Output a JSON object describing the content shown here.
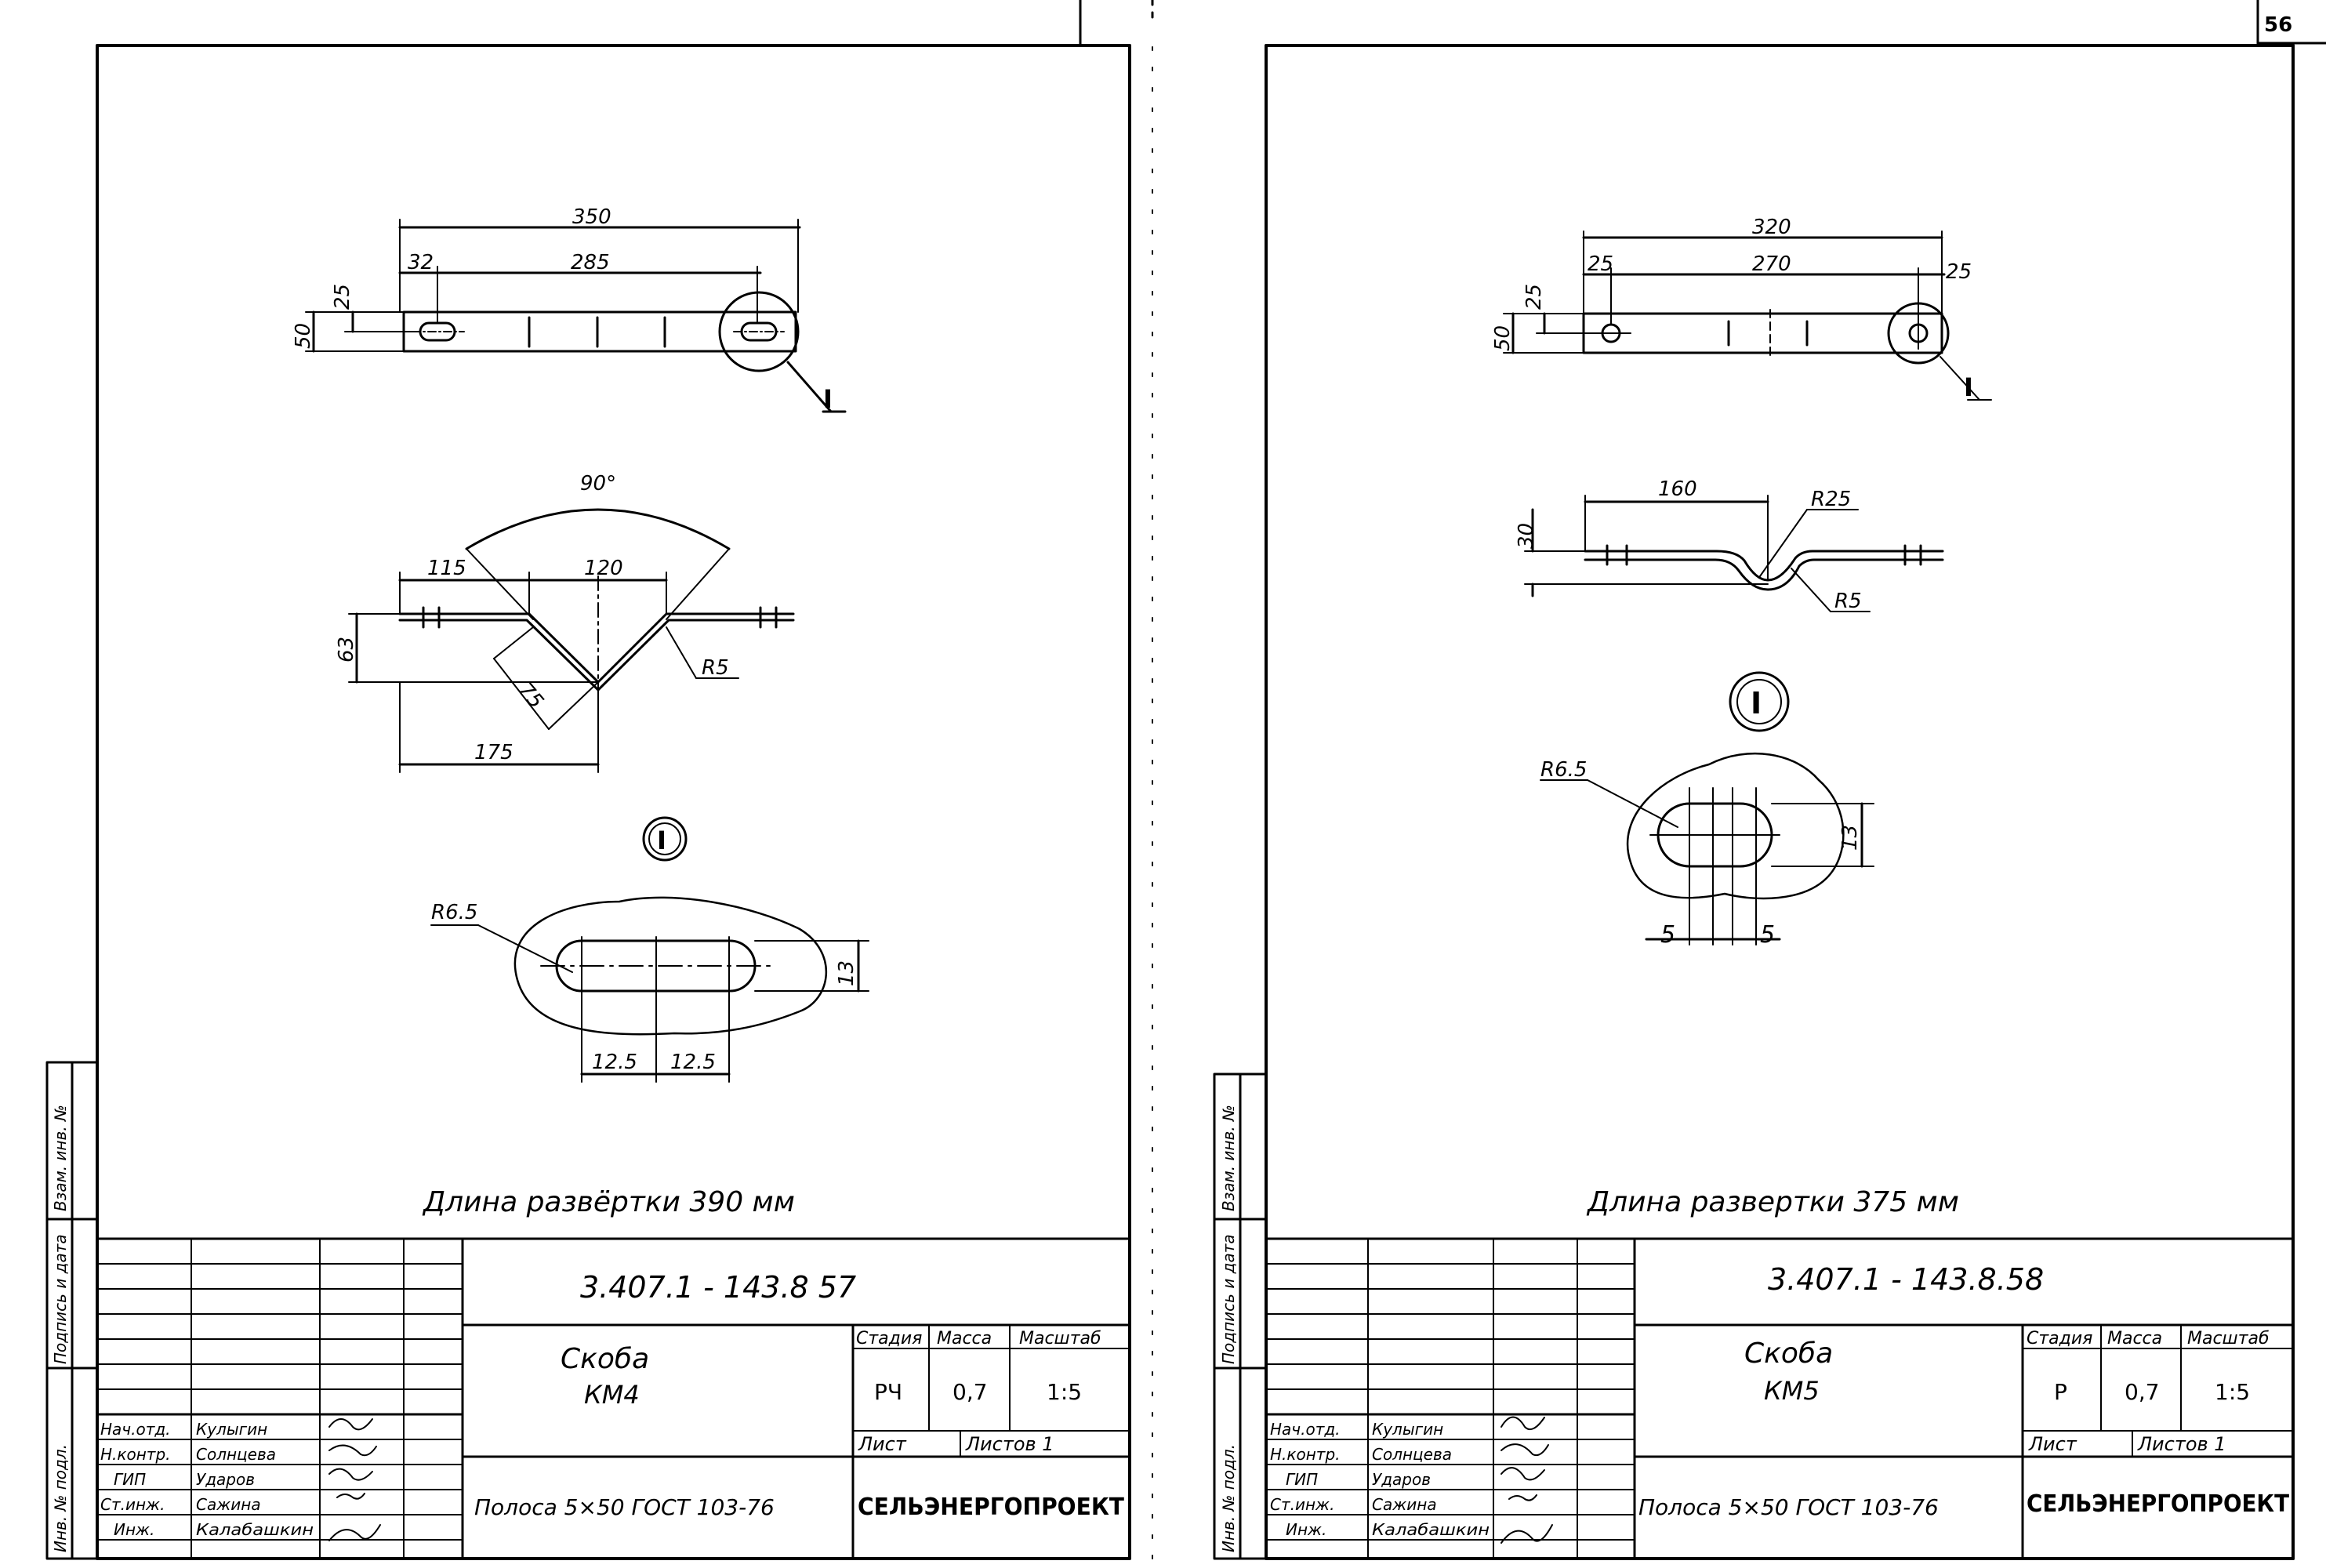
{
  "page_number": "56",
  "side_stamp_labels": [
    "Инв. № подл.",
    "Подпись и дата",
    "Взам. инв. №"
  ],
  "sheets": [
    {
      "id": "km4",
      "drawing": {
        "dim_overall": "350",
        "dim_left_offset": "32",
        "dim_hole_span": "285",
        "dim_width": "50",
        "dim_hole_offset": "25",
        "detail_ref": "I",
        "angle": "90°",
        "dim_leg_a": "115",
        "dim_leg_b": "120",
        "dim_height": "63",
        "dim_diag": "75",
        "dim_base": "175",
        "radius_bend": "R5",
        "detail_title": "I",
        "slot_radius": "R6.5",
        "slot_height": "13",
        "slot_half_left": "12.5",
        "slot_half_right": "12.5"
      },
      "development_length": "Длина развёртки 390 мм",
      "title_block": {
        "doc_number": "3.407.1 - 143.8 57",
        "item_name_line1": "Скоба",
        "item_name_line2": "КМ4",
        "headers": [
          "Стадия",
          "Масса",
          "Масштаб"
        ],
        "values": [
          "РЧ",
          "0,7",
          "1:5"
        ],
        "sheet_label": "Лист",
        "sheets_label": "Листов 1",
        "material": "Полоса 5×50 ГОСТ 103-76",
        "organization": "СЕЛЬЭНЕРГОПРОЕКТ",
        "signatures": [
          {
            "role": "Нач.отд.",
            "name": "Кулыгин"
          },
          {
            "role": "Н.контр.",
            "name": "Солнцева"
          },
          {
            "role": "ГИП",
            "name": "Ударов"
          },
          {
            "role": "Ст.инж.",
            "name": "Сажина"
          },
          {
            "role": "Инж.",
            "name": "Калабашкин"
          }
        ]
      }
    },
    {
      "id": "km5",
      "drawing": {
        "dim_overall": "320",
        "dim_left_offset": "25",
        "dim_hole_span": "270",
        "dim_right_offset": "25",
        "dim_width": "50",
        "dim_hole_offset": "25",
        "detail_ref": "I",
        "dim_flat": "160",
        "dim_height": "30",
        "radius_top": "R25",
        "radius_bottom": "R5",
        "detail_title": "I",
        "slot_radius": "R6.5",
        "slot_height": "13",
        "slot_half_left": "5",
        "slot_half_right": "5"
      },
      "development_length": "Длина развертки 375 мм",
      "title_block": {
        "doc_number": "3.407.1 - 143.8.58",
        "item_name_line1": "Скоба",
        "item_name_line2": "КМ5",
        "headers": [
          "Стадия",
          "Масса",
          "Масштаб"
        ],
        "values": [
          "Р",
          "0,7",
          "1:5"
        ],
        "sheet_label": "Лист",
        "sheets_label": "Листов 1",
        "material": "Полоса 5×50 ГОСТ 103-76",
        "organization": "СЕЛЬЭНЕРГОПРОЕКТ",
        "signatures": [
          {
            "role": "Нач.отд.",
            "name": "Кулыгин"
          },
          {
            "role": "Н.контр.",
            "name": "Солнцева"
          },
          {
            "role": "ГИП",
            "name": "Ударов"
          },
          {
            "role": "Ст.инж.",
            "name": "Сажина"
          },
          {
            "role": "Инж.",
            "name": "Калабашкин"
          }
        ]
      }
    }
  ]
}
